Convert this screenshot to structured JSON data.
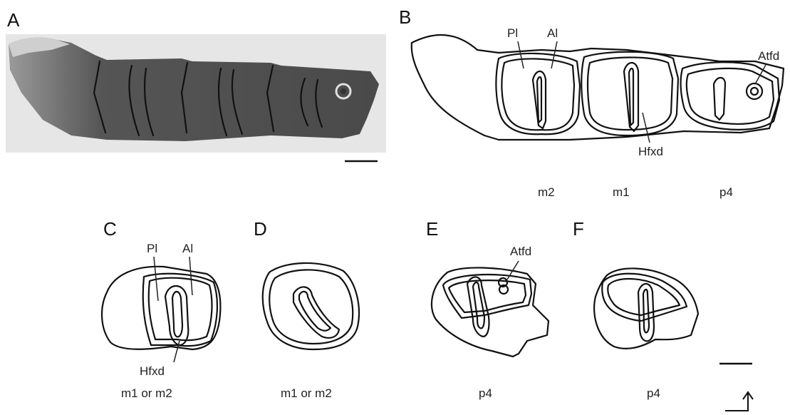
{
  "panels": {
    "A": "A",
    "B": "B",
    "C": "C",
    "D": "D",
    "E": "E",
    "F": "F"
  },
  "labels": {
    "pl": "Pl",
    "al": "Al",
    "atfd": "Atfd",
    "hfxd": "Hfxd"
  },
  "captions": {
    "b_m2": "m2",
    "b_m1": "m1",
    "b_p4": "p4",
    "c": "m1 or m2",
    "d": "m1 or m2",
    "e": "p4",
    "f": "p4"
  },
  "photo": {
    "background_color": "#e6e6e6",
    "tooth_color": "#4a4a4a"
  }
}
